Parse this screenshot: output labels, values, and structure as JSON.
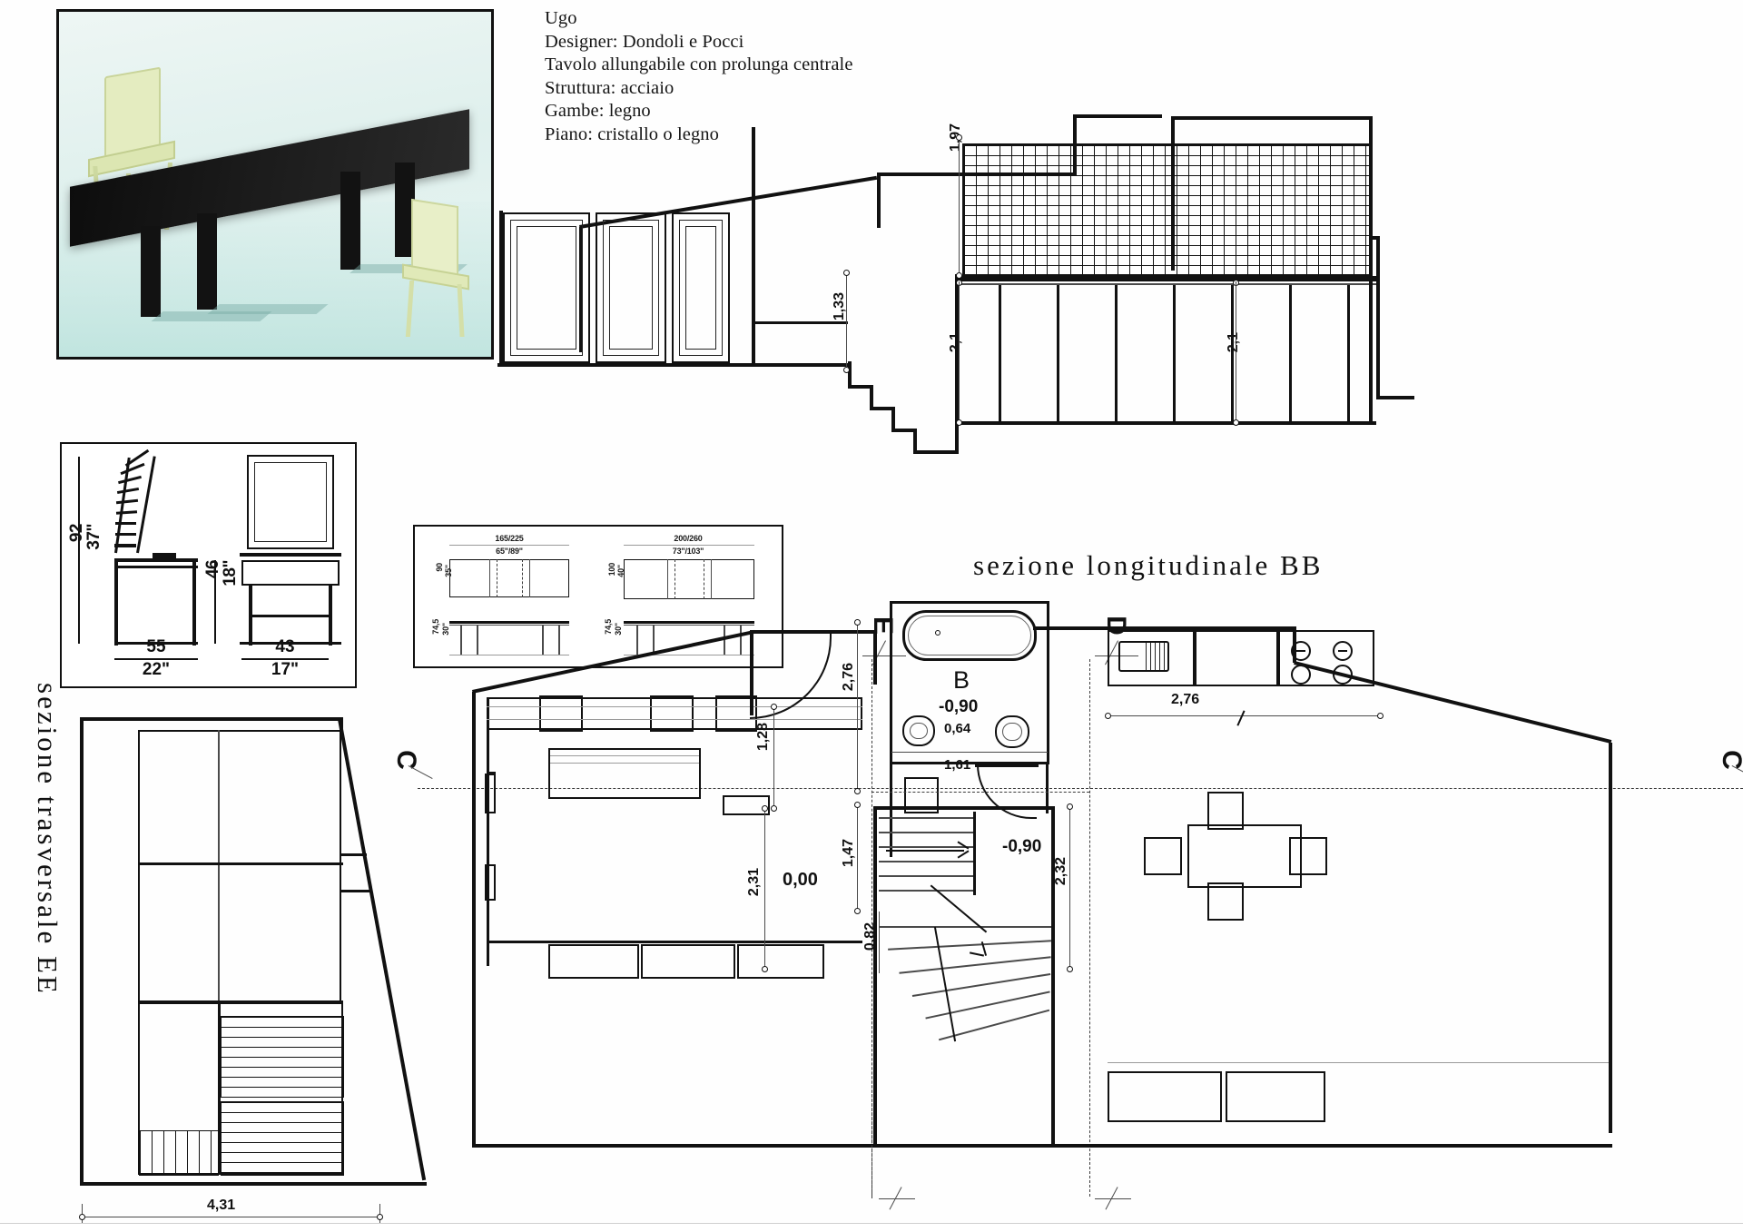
{
  "product_spec": {
    "lines": [
      "Ugo",
      "Designer: Dondoli e Pocci",
      "Tavolo allungabile con prolunga centrale",
      "Struttura: acciaio",
      "Gambe: legno",
      "Piano: cristallo o legno"
    ]
  },
  "chair_dims": {
    "height_cm": "92",
    "height_in": "37\"",
    "seat_h_cm": "46",
    "seat_h_in": "18\"",
    "width_front_cm": "55",
    "width_front_in": "22\"",
    "width_side_cm": "43",
    "width_side_in": "17\""
  },
  "table_dims": {
    "left": {
      "length_cm": "165/225",
      "length_in": "65\"/89\"",
      "depth_cm": "90",
      "depth_in": "35\"",
      "height_cm": "74,5",
      "height_in": "30\""
    },
    "right": {
      "length_cm": "200/260",
      "length_in": "73\"/103\"",
      "depth_cm": "100",
      "depth_in": "40\"",
      "height_cm": "74,5",
      "height_in": "30\""
    }
  },
  "captions": {
    "longitudinal": "sezione  longitudinale  BB",
    "transversal": "sezione  trasversale  EE"
  },
  "section_bb": {
    "dims": [
      {
        "label": "1,97"
      },
      {
        "label": "1,33"
      },
      {
        "label": "2,1"
      },
      {
        "label": "2,1"
      }
    ]
  },
  "section_ee": {
    "dims": [
      {
        "label": "4,31"
      }
    ]
  },
  "floor_plan": {
    "section_markers": [
      {
        "label": "E"
      },
      {
        "label": "D"
      },
      {
        "label": "C"
      },
      {
        "label": "C"
      }
    ],
    "room_labels": [
      {
        "label": "B"
      },
      {
        "label": "-0,90"
      },
      {
        "label": "-0,90"
      },
      {
        "label": "0,00"
      }
    ],
    "dims": [
      {
        "label": "2,76"
      },
      {
        "label": "1,28"
      },
      {
        "label": "0,64"
      },
      {
        "label": "1,61"
      },
      {
        "label": "2,76"
      },
      {
        "label": "2,31"
      },
      {
        "label": "1,47"
      },
      {
        "label": "2,32"
      },
      {
        "label": "0,82"
      }
    ]
  },
  "colors": {
    "ink": "#111111",
    "thin": "#4a4a4a",
    "grey": "#9a9a9a",
    "paper": "#ffffff",
    "chair_green": "#dfe9b4",
    "table_black": "#141414",
    "floor_mint": "#dff0ed"
  }
}
